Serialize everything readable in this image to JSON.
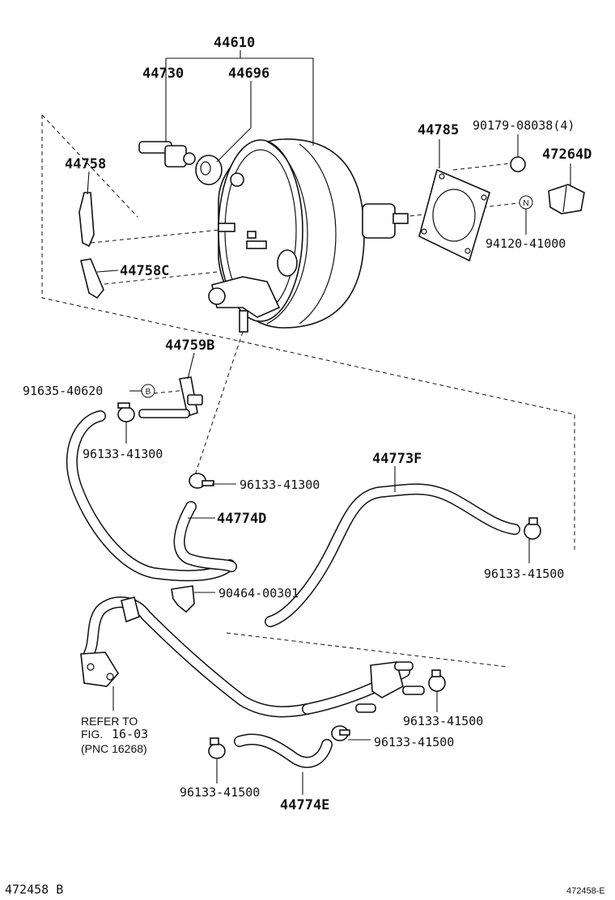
{
  "labels": {
    "booster_assy": "44610",
    "check_valve": "44730",
    "grommet": "44696",
    "bracket_a": "44758",
    "bracket_c": "44758C",
    "gasket": "44785",
    "nut": "90179-08038(4)",
    "pad": "47264D",
    "nut_n": "94120-41000",
    "union": "44759B",
    "union_bolt": "91635-40620",
    "clip_upper_left": "96133-41300",
    "clip_mid": "96133-41300",
    "hose_d": "44774D",
    "hose_f": "44773F",
    "clip_right": "96133-41500",
    "clamp": "90464-00301",
    "clip_pipe_right": "96133-41500",
    "clip_pipe_mid": "96133-41500",
    "clip_lower_left": "96133-41500",
    "hose_e": "44774E"
  },
  "markers": {
    "b": "B",
    "n": "N"
  },
  "reference_note": {
    "line1": "REFER TO",
    "line2_prefix": "FIG.",
    "line2_ref": "16-03",
    "line3": "(PNC 16268)"
  },
  "footer": {
    "left": "472458 B",
    "right": "472458-E"
  }
}
